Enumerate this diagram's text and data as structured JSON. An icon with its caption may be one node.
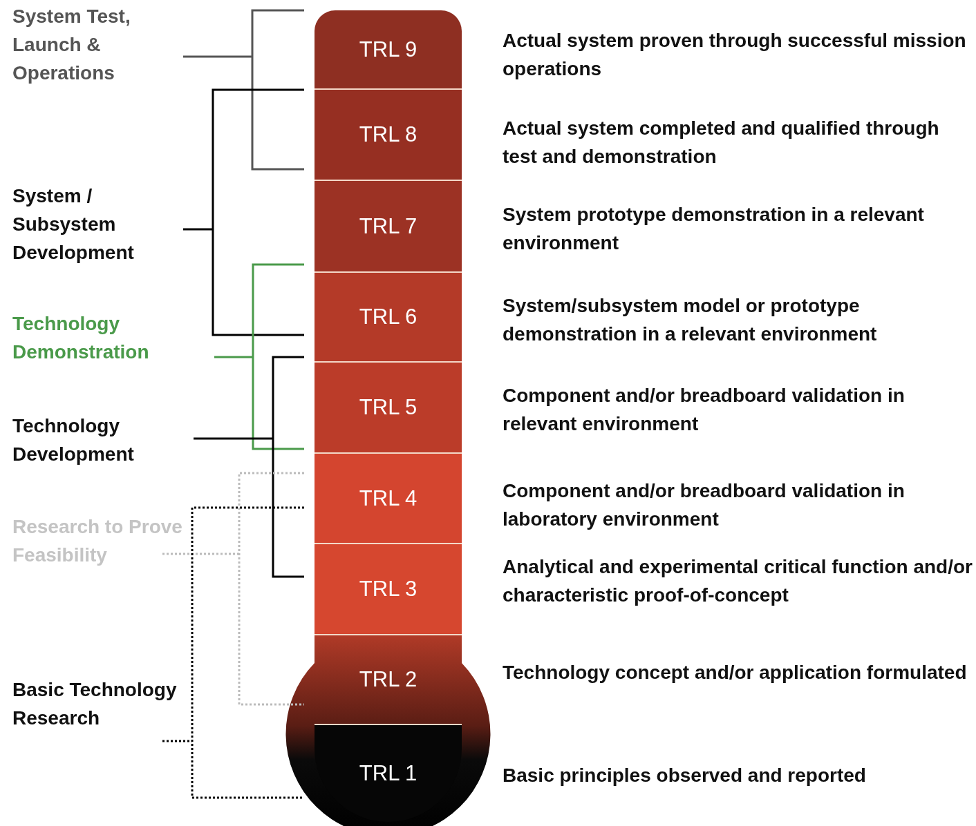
{
  "diagram": {
    "nodes": [
      {
        "text": [
          "TRL 9"
        ],
        "beside": [
          "Actual system proven through successful mission operations"
        ]
      },
      {
        "text": [
          "TRL 8"
        ],
        "beside": [
          "Actual system completed and qualified through test and demonstration"
        ]
      },
      {
        "text": [
          "TRL 7"
        ],
        "beside": [
          "System prototype demonstration in a relevant environment"
        ]
      },
      {
        "text": [
          "TRL 6"
        ],
        "beside": [
          "System/subsystem model or prototype demonstration in a relevant environment"
        ]
      },
      {
        "text": [
          "TRL 5"
        ],
        "beside": [
          "Component and/or breadboard validation in relevant environment"
        ]
      },
      {
        "text": [
          "TRL 4"
        ],
        "beside": [
          "Component and/or breadboard validation in laboratory environment"
        ]
      },
      {
        "text": [
          "TRL 3"
        ],
        "beside": [
          "Analytical and experimental critical function and/or characteristic proof-of-concept"
        ]
      },
      {
        "text": [
          "TRL 2"
        ],
        "beside": [
          "Technology concept and/or application formulated"
        ]
      },
      {
        "text": [
          "TRL 1"
        ],
        "beside": [
          "Basic principles observed and reported"
        ]
      }
    ],
    "labels": [
      "System Test, Launch & Operations",
      "System / Subsystem Development",
      "Technology Demonstration",
      "Technology Development",
      "Research to Prove Feasibility",
      "Basic Technology Research"
    ]
  }
}
